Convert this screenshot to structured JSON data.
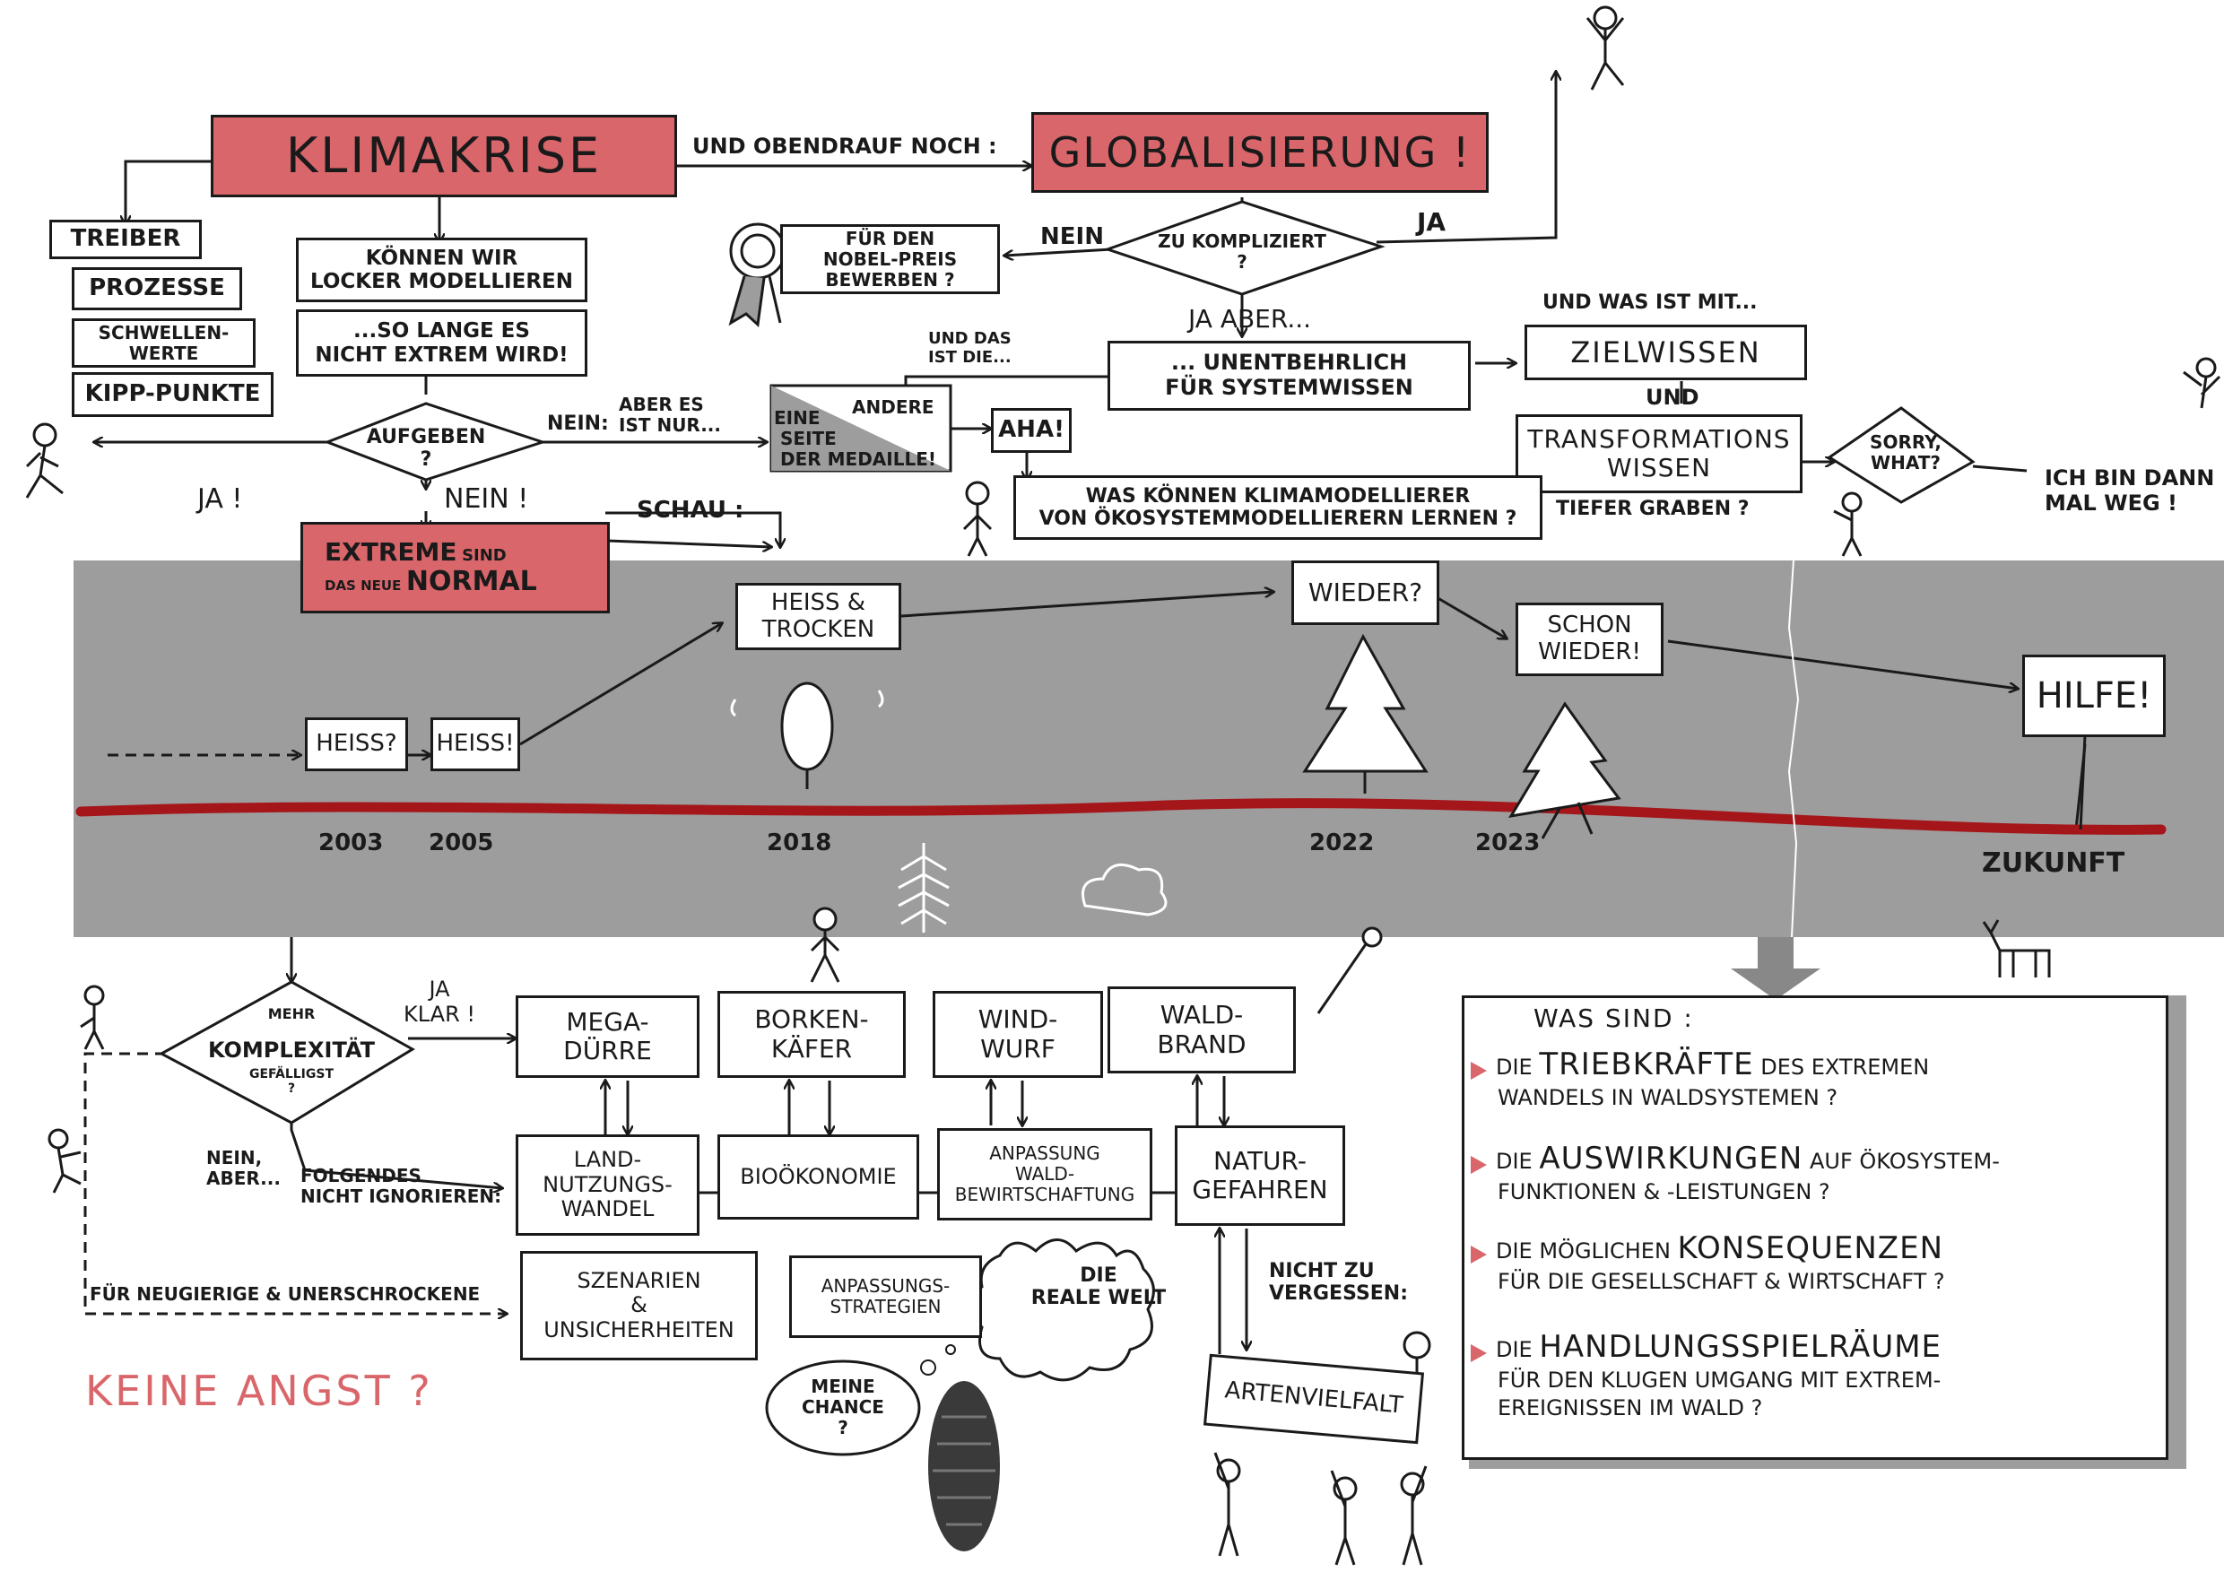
{
  "colors": {
    "accent": "#d9666b",
    "band": "#9d9d9d",
    "timeline": "#a4161a",
    "ink": "#1a1a1a"
  },
  "top": {
    "klimakrise": "KLIMAKRISE",
    "obendrauf": "UND OBENDRAUF NOCH :",
    "globalisierung": "GLOBALISIERUNG !"
  },
  "left_list": [
    "TREIBER",
    "PROZESSE",
    "SCHWELLEN-\nWERTE",
    "KIPP-PUNKTE"
  ],
  "modellieren": {
    "q": "KÖNNEN WIR\nLOCKER MODELLIEREN",
    "answer": "...SO LANGE ES\nNICHT EXTREM WIRD!"
  },
  "aufgeben": {
    "diamond": "AUFGEBEN\n?",
    "ja": "JA !",
    "nein_side": "NEIN: ",
    "aber": "ABER ES\nIST NUR...",
    "nein_down": "NEIN !"
  },
  "medaille": {
    "eine": "EINE",
    "andere": "ANDERE",
    "seite": "SEITE\nDER MEDAILLE!"
  },
  "aha": "AHA!",
  "kompliziert": {
    "diamond": "ZU KOMPLIZIERT\n?",
    "nein": "NEIN",
    "ja": "JA",
    "ja_aber": "JA  ABER..."
  },
  "nobel": "FÜR DEN\nNOBEL-PREIS\nBEWERBEN ?",
  "unentbehrlich": "... UNENTBEHRLICH\nFÜR SYSTEMWISSEN",
  "und_das": "UND DAS\nIST DIE...",
  "und_was": "UND WAS IST MIT...",
  "zielwissen": "ZIELWISSEN",
  "und": "UND",
  "transformation": "TRANSFORMATIONS\nWISSEN",
  "sorry": "SORRY,\nWHAT?",
  "weg": "ICH BIN DANN\nMAL WEG !",
  "klimamodell": "WAS KÖNNEN KLIMAMODELLIERER\nVON ÖKOSYSTEMMODELLIERERN LERNEN ?",
  "tiefer": "TIEFER GRABEN ?",
  "extreme": {
    "a": "EXTREME",
    "b": "SIND",
    "c": "DAS NEUE",
    "d": "NORMAL"
  },
  "schau": "SCHAU :",
  "timeline": {
    "heiss1": "HEISS?",
    "heiss2": "HEISS!",
    "heiss_trocken": "HEISS &\nTROCKEN",
    "wieder": "WIEDER?",
    "schon_wieder": "SCHON\nWIEDER!",
    "hilfe": "HILFE!",
    "years": [
      "2003",
      "2005",
      "2018",
      "2022",
      "2023"
    ],
    "zukunft": "ZUKUNFT"
  },
  "mehr": {
    "a": "MEHR",
    "b": "KOMPLEXITÄT",
    "c": "GEFÄLLIGST\n?",
    "ja": "JA\nKLAR !",
    "nein": "NEIN,\nABER...",
    "folgendes": "FOLGENDES\nNICHT IGNORIEREN:"
  },
  "drivers": [
    "MEGA-\nDÜRRE",
    "BORKEN-\nKÄFER",
    "WIND-\nWURF",
    "WALD-\nBRAND"
  ],
  "impacts": [
    "LAND-\nNUTZUNGS-\nWANDEL",
    "BIOÖKONOMIE",
    "ANPASSUNG\nWALD-\nBEWIRTSCHAFTUNG",
    "NATUR-\nGEFAHREN"
  ],
  "neugierige": "FÜR NEUGIERIGE & UNERSCHROCKENE",
  "szenarien": "SZENARIEN\n&\nUNSICHERHEITEN",
  "strategien": "ANPASSUNGS-\nSTRATEGIEN",
  "reale": "DIE\nREALE WELT",
  "chance": "MEINE\nCHANCE\n?",
  "nicht_vergessen": "NICHT ZU\nVERGESSEN:",
  "artenvielfalt": "ARTENVIELFALT",
  "keine_angst": "KEINE ANGST ?",
  "questions": {
    "header": "WAS SIND :",
    "items": [
      {
        "pre": "DIE ",
        "key": "TRIEBKRÄFTE",
        "post": " DES EXTREMEN",
        "line2": "WANDELS IN WALDSYSTEMEN ?"
      },
      {
        "pre": "DIE ",
        "key": "AUSWIRKUNGEN",
        "post": " AUF ÖKOSYSTEM-",
        "line2": "FUNKTIONEN & -LEISTUNGEN ?"
      },
      {
        "pre": "DIE MÖGLICHEN ",
        "key": "KONSEQUENZEN",
        "post": "",
        "line2": "FÜR DIE GESELLSCHAFT & WIRTSCHAFT ?"
      },
      {
        "pre": "DIE ",
        "key": "HANDLUNGSSPIELRÄUME",
        "post": "",
        "line2": "FÜR DEN KLUGEN UMGANG MIT EXTREM-\nEREIGNISSEN IM WALD ?"
      }
    ]
  }
}
